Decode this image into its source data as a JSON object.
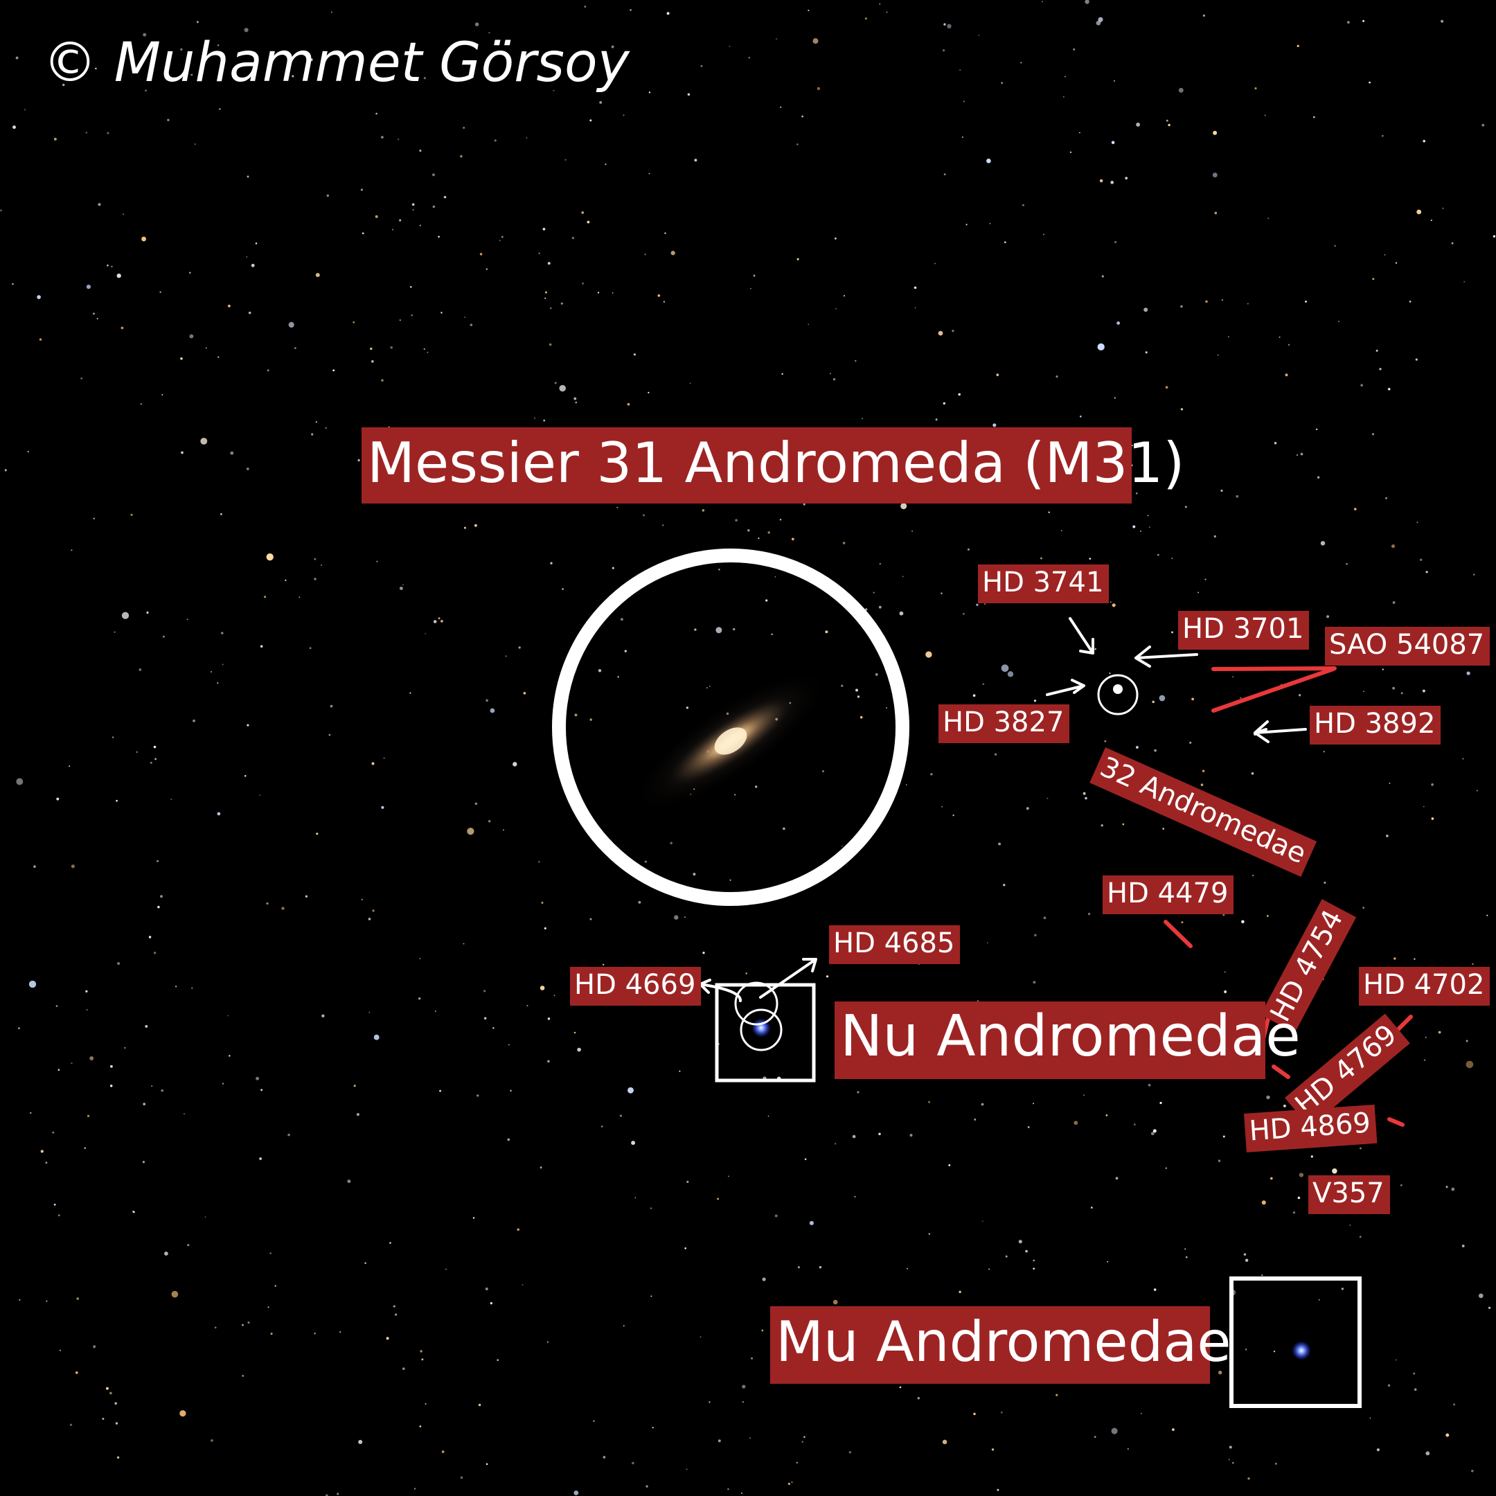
{
  "credit": "© Muhammet Görsoy",
  "labels": {
    "m31": "Messier 31 Andromeda (M31)",
    "hd3741": "HD 3741",
    "hd3701": "HD 3701",
    "sao54087": "SAO 54087",
    "hd3827": "HD 3827",
    "hd3892": "HD 3892",
    "and32": "32 Andromedae",
    "hd4479": "HD 4479",
    "hd4685": "HD 4685",
    "hd4669": "HD 4669",
    "hd4754": "HD 4754",
    "hd4702": "HD 4702",
    "nu_and": "Nu Andromedae",
    "hd4769": "HD 4769",
    "hd4869": "HD 4869",
    "v357": "V357",
    "mu_and": "Mu Andromedae"
  },
  "colors": {
    "label_background": "#9e2424",
    "label_text": "#ffffff",
    "pointer_line": "#e8383a",
    "annotation": "#ffffff",
    "sky": "#000000"
  }
}
